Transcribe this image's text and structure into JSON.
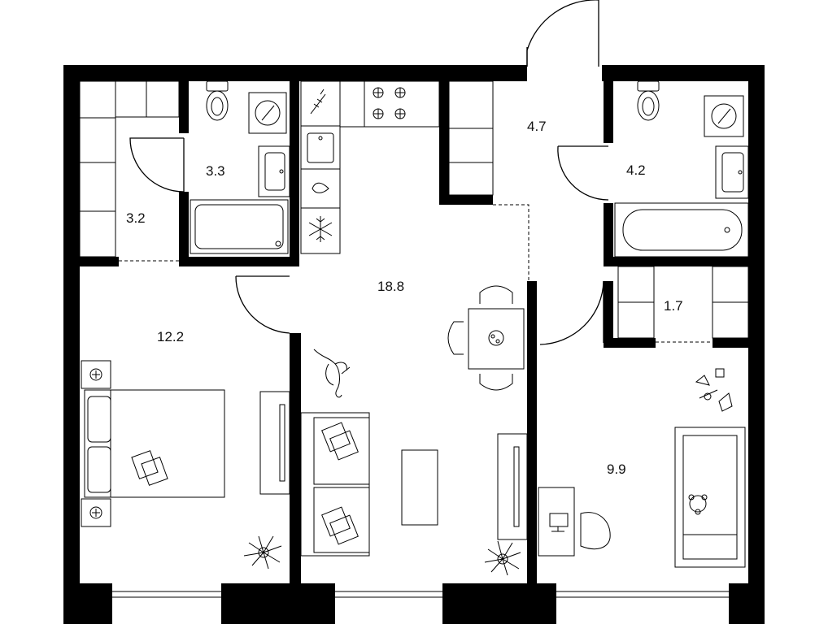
{
  "rooms": {
    "storage_left": "3.2",
    "bathroom_left": "3.3",
    "hall": "4.7",
    "bathroom_right": "4.2",
    "living_kitchen": "18.8",
    "bedroom_left": "12.2",
    "closet_right": "1.7",
    "bedroom_right": "9.9"
  }
}
